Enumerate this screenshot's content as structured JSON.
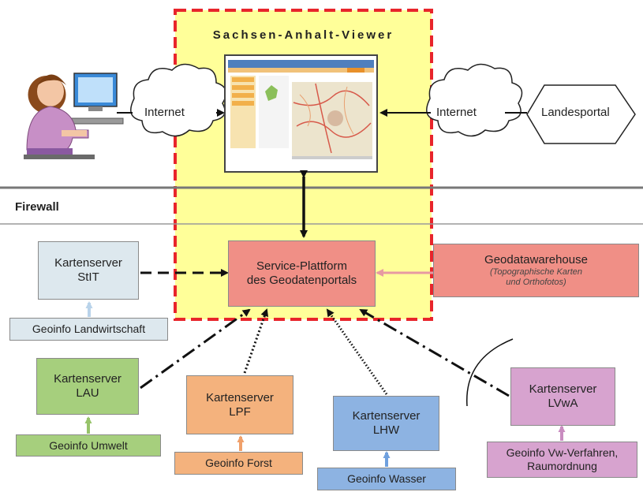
{
  "viewer": {
    "title": "Sachsen-Anhalt-Viewer"
  },
  "clouds": {
    "left": "Internet",
    "right": "Internet"
  },
  "landesportal": "Landesportal",
  "firewall": "Firewall",
  "service_platform": {
    "line1": "Service-Plattform",
    "line2": "des Geodatenportals"
  },
  "geodatawarehouse": {
    "title": "Geodatawarehouse",
    "sub1": "(Topographische Karten",
    "sub2": "und Orthofotos)"
  },
  "servers": {
    "stit": {
      "line1": "Kartenserver",
      "line2": "StIT",
      "info": "Geoinfo Landwirtschaft"
    },
    "lau": {
      "line1": "Kartenserver",
      "line2": "LAU",
      "info": "Geoinfo Umwelt"
    },
    "lpf": {
      "line1": "Kartenserver",
      "line2": "LPF",
      "info": "Geoinfo Forst"
    },
    "lhw": {
      "line1": "Kartenserver",
      "line2": "LHW",
      "info": "Geoinfo Wasser"
    },
    "lvwa": {
      "line1": "Kartenserver",
      "line2": "LVwA",
      "info1": "Geoinfo Vw-Verfahren,",
      "info2": "Raumordnung"
    }
  },
  "colors": {
    "viewer_fill": "#ffff99",
    "viewer_border": "#e8252b",
    "service": "#f08f86",
    "stit": "#dde8ee",
    "lau": "#a6cf7d",
    "lpf": "#f4b27d",
    "lhw": "#8db3e2",
    "lvwa": "#d7a3cf"
  }
}
